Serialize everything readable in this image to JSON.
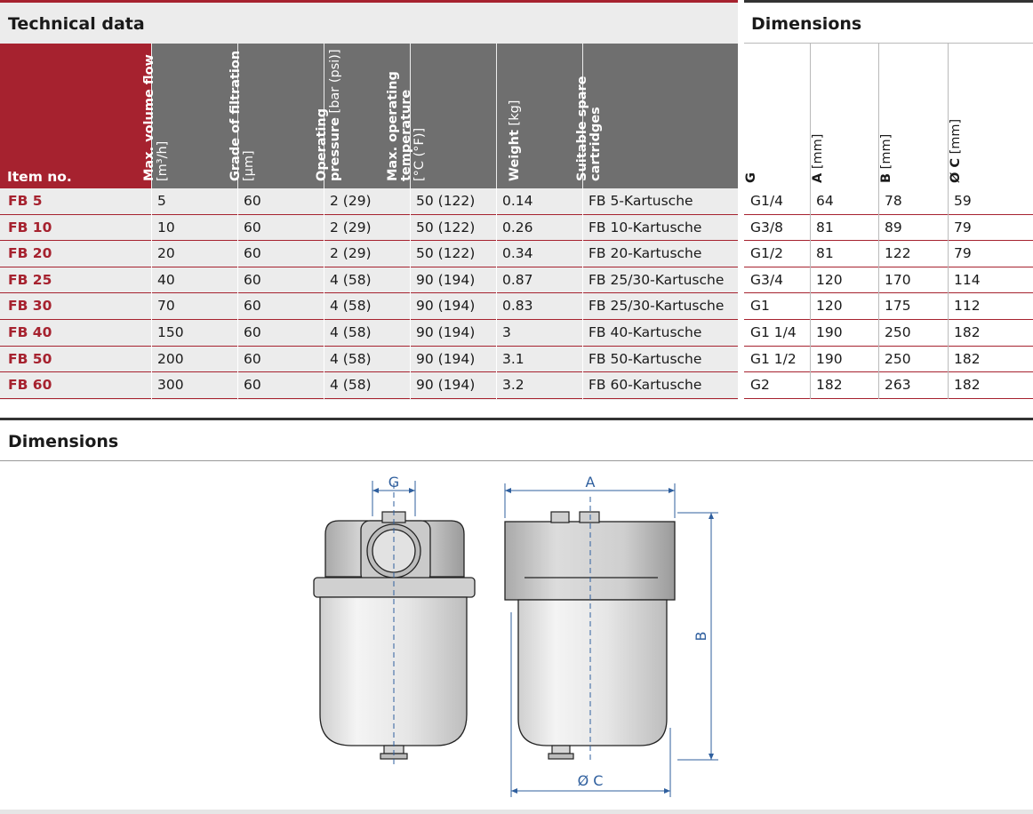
{
  "technical": {
    "title": "Technical data",
    "item_header": "Item no.",
    "headers": [
      {
        "l1_bold": "Max. volume flow",
        "l2": "[m³/h]"
      },
      {
        "l1_bold": "Grade of filtration",
        "l2": "[µm]"
      },
      {
        "l1_bold": "Operating",
        "l2_bold": "pressure",
        "l2": " [bar (psi)]"
      },
      {
        "l1_bold": "Max. operating",
        "l2_bold": "temperature",
        "l3": "[°C (°F)]"
      },
      {
        "l1_bold": "Weight",
        "l1": " [kg]"
      },
      {
        "l1_bold": "Suitable spare",
        "l2_bold": "cartridges"
      }
    ],
    "rows": [
      {
        "item": "FB 5",
        "flow": "5",
        "grade": "60",
        "pressure": "2 (29)",
        "temp": "50 (122)",
        "weight": "0.14",
        "cartridge": "FB 5-Kartusche"
      },
      {
        "item": "FB 10",
        "flow": "10",
        "grade": "60",
        "pressure": "2 (29)",
        "temp": "50 (122)",
        "weight": "0.26",
        "cartridge": "FB 10-Kartusche"
      },
      {
        "item": "FB 20",
        "flow": "20",
        "grade": "60",
        "pressure": "2 (29)",
        "temp": "50 (122)",
        "weight": "0.34",
        "cartridge": "FB 20-Kartusche"
      },
      {
        "item": "FB 25",
        "flow": "40",
        "grade": "60",
        "pressure": "4 (58)",
        "temp": "90 (194)",
        "weight": "0.87",
        "cartridge": "FB 25/30-Kartusche"
      },
      {
        "item": "FB 30",
        "flow": "70",
        "grade": "60",
        "pressure": "4 (58)",
        "temp": "90 (194)",
        "weight": "0.83",
        "cartridge": "FB 25/30-Kartusche"
      },
      {
        "item": "FB 40",
        "flow": "150",
        "grade": "60",
        "pressure": "4 (58)",
        "temp": "90 (194)",
        "weight": "3",
        "cartridge": "FB 40-Kartusche"
      },
      {
        "item": "FB 50",
        "flow": "200",
        "grade": "60",
        "pressure": "4 (58)",
        "temp": "90 (194)",
        "weight": "3.1",
        "cartridge": "FB 50-Kartusche"
      },
      {
        "item": "FB 60",
        "flow": "300",
        "grade": "60",
        "pressure": "4 (58)",
        "temp": "90 (194)",
        "weight": "3.2",
        "cartridge": "FB 60-Kartusche"
      }
    ]
  },
  "dimensions_table": {
    "title": "Dimensions",
    "headers": [
      {
        "bold": "G",
        "rest": ""
      },
      {
        "bold": "A",
        "rest": " [mm]"
      },
      {
        "bold": "B",
        "rest": " [mm]"
      },
      {
        "bold": "Ø C",
        "rest": " [mm]"
      }
    ],
    "rows": [
      {
        "g": "G1/4",
        "a": "64",
        "b": "78",
        "c": "59"
      },
      {
        "g": "G3/8",
        "a": "81",
        "b": "89",
        "c": "79"
      },
      {
        "g": "G1/2",
        "a": "81",
        "b": "122",
        "c": "79"
      },
      {
        "g": "G3/4",
        "a": "120",
        "b": "170",
        "c": "114"
      },
      {
        "g": "G1",
        "a": "120",
        "b": "175",
        "c": "112"
      },
      {
        "g": "G1 1/4",
        "a": "190",
        "b": "250",
        "c": "182"
      },
      {
        "g": "G1 1/2",
        "a": "190",
        "b": "250",
        "c": "182"
      },
      {
        "g": "G2",
        "a": "182",
        "b": "263",
        "c": "182"
      }
    ]
  },
  "drawing": {
    "title": "Dimensions",
    "label_g": "G",
    "label_a": "A",
    "label_b": "B",
    "label_c": "Ø C"
  },
  "colors": {
    "brand_red": "#a6222f",
    "header_grey": "#6f6f6f",
    "dim_blue": "#2f5f9e"
  }
}
